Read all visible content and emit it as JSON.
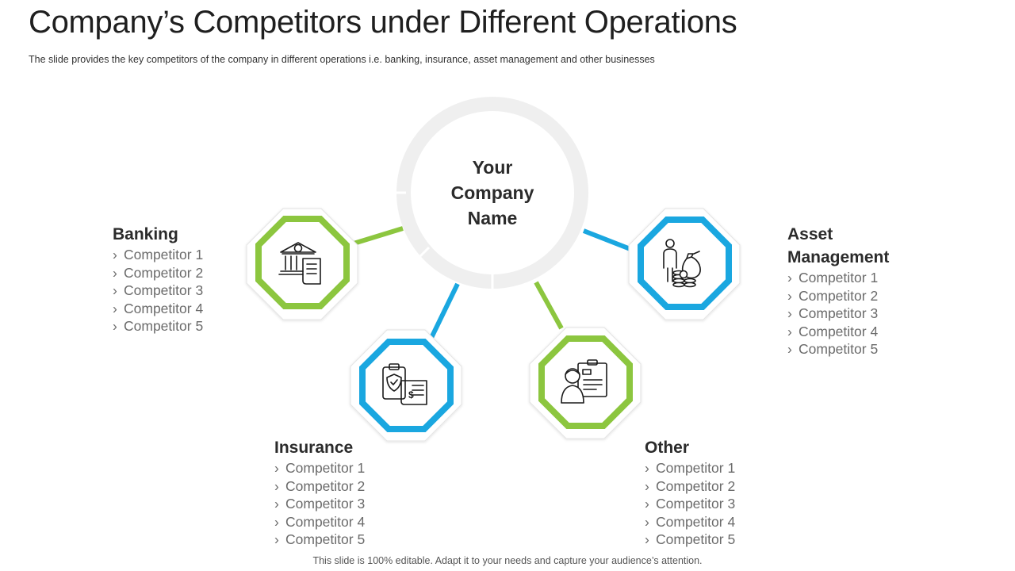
{
  "title": "Company’s Competitors under Different Operations",
  "subtitle": "The slide provides the key competitors of the company in different operations i.e. banking, insurance, asset management and other businesses",
  "center": {
    "lines": [
      "Your",
      "Company",
      "Name"
    ]
  },
  "colors": {
    "green": "#8cc63f",
    "blue": "#1aa7e0",
    "ring": "#efefef"
  },
  "groups": {
    "banking": {
      "title": "Banking",
      "icon": "bank-bitcoin-icon",
      "items": [
        "Competitor 1",
        "Competitor 2",
        "Competitor 3",
        "Competitor 4",
        "Competitor 5"
      ]
    },
    "insurance": {
      "title": "Insurance",
      "icon": "insurance-policy-icon",
      "items": [
        "Competitor 1",
        "Competitor 2",
        "Competitor 3",
        "Competitor 4",
        "Competitor 5"
      ]
    },
    "other": {
      "title": "Other",
      "icon": "person-presentation-icon",
      "items": [
        "Competitor 1",
        "Competitor 2",
        "Competitor 3",
        "Competitor 4",
        "Competitor 5"
      ]
    },
    "asset": {
      "title": "Asset Management",
      "icon": "investor-money-bag-icon",
      "items": [
        "Competitor 1",
        "Competitor 2",
        "Competitor 3",
        "Competitor 4",
        "Competitor 5"
      ]
    }
  },
  "footer": "This slide is 100% editable. Adapt it to your needs and capture your audience’s attention."
}
